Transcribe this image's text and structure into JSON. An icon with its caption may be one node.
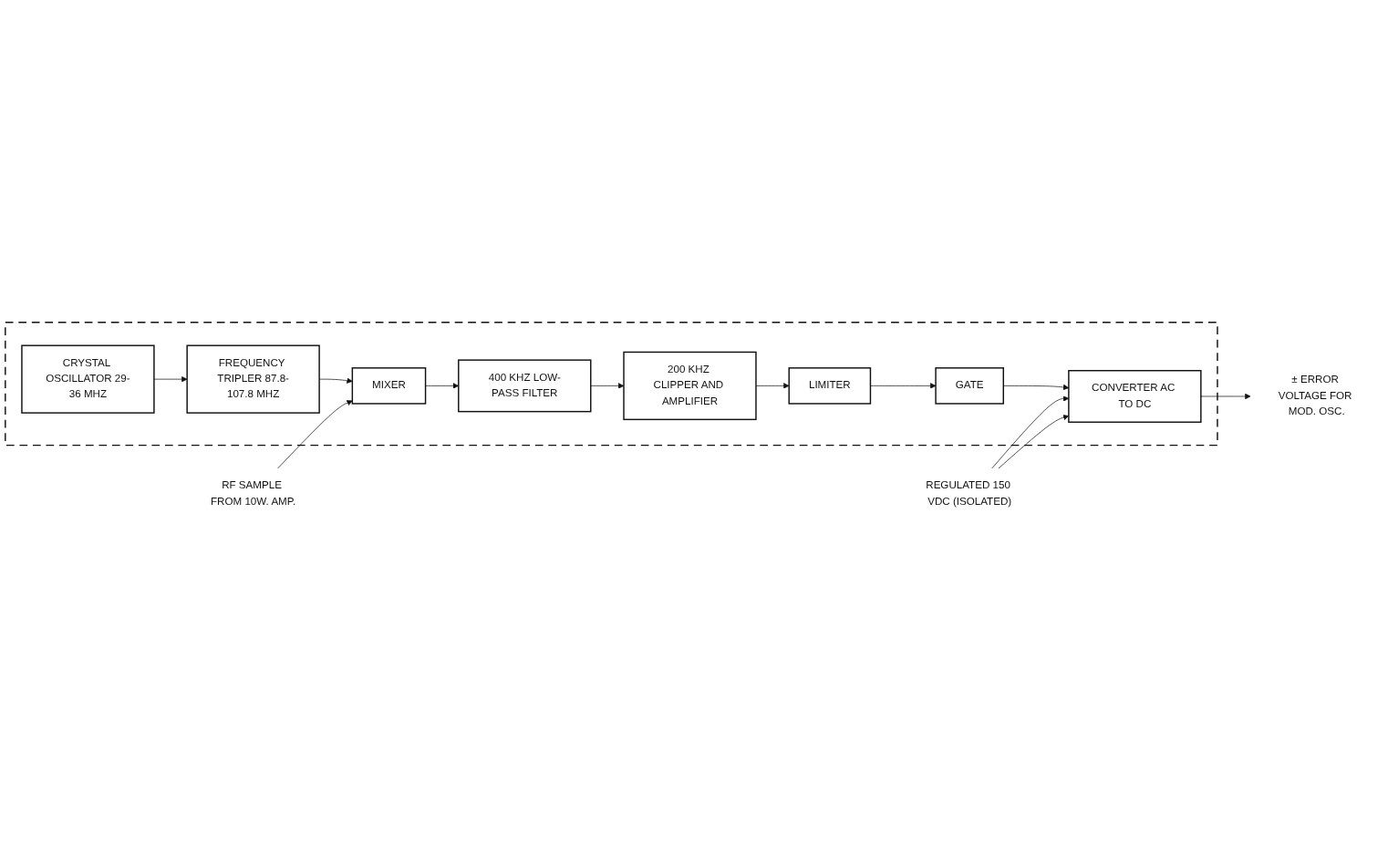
{
  "diagram": {
    "nodes": [
      {
        "text": [
          "RF SAMPLE FROM 10W. AMP."
        ]
      },
      {
        "text": [],
        "shape": "box"
      },
      {
        "text": [
          "CRYSTAL OSCILLATOR 29-36 MHZ"
        ],
        "in": 1
      },
      {
        "text": [
          "FREQUENCY TRIPLER 87.8-107.8 MHZ"
        ],
        "in": 1
      },
      {
        "text": [
          "MIXER"
        ],
        "in": 1
      },
      {
        "text": [
          "400 KHZ LOW-PASS FILTER"
        ],
        "in": 1
      },
      {
        "text": [
          "± ERROR VOLTAGE FOR MOD. OSC."
        ]
      },
      {
        "text": [
          "CONVERTER AC TO DC"
        ],
        "in": 1
      },
      {
        "text": [
          "GATE"
        ],
        "in": 1
      },
      {
        "text": [
          "LIMITER"
        ],
        "in": 1
      },
      {
        "text": [
          "200 KHZ CLIPPER AND AMPLIFIER"
        ],
        "in": 1
      },
      {
        "text": [
          "REGULATED 150 VDC (ISOLATED)"
        ]
      }
    ],
    "edges": [
      {
        "from": 2,
        "to": 3,
        "arrow": "to"
      },
      {
        "from": 3,
        "to": 4,
        "arrow": "to"
      },
      {
        "from": 0,
        "to": 4,
        "arrow": "to"
      },
      {
        "from": 4,
        "to": 5,
        "arrow": "to"
      },
      {
        "from": 5,
        "to": 10,
        "arrow": "to"
      },
      {
        "from": 10,
        "to": 9,
        "arrow": "to"
      },
      {
        "from": 9,
        "to": 8,
        "arrow": "to"
      },
      {
        "from": 8,
        "to": 7,
        "arrow": "to"
      },
      {
        "from": 7,
        "to": 6,
        "arrow": "to"
      },
      {
        "from": 11,
        "to": 7,
        "arrow": "to"
      },
      {
        "from": 11,
        "to": 7,
        "arrow": "to"
      }
    ]
  }
}
